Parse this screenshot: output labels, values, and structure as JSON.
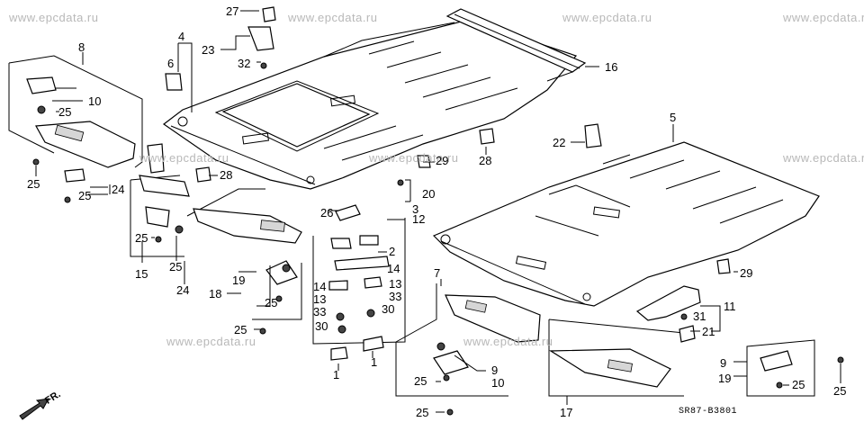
{
  "watermark": "www.epcdata.ru",
  "diagram_code": "SR87-B3801",
  "front_marker": "FR.",
  "callouts": {
    "n27": "27",
    "n4": "4",
    "n8": "8",
    "n23": "23",
    "n6": "6",
    "n32": "32",
    "n10": "10",
    "n25a": "25",
    "n16": "16",
    "n5": "5",
    "n22": "22",
    "n29a": "29",
    "n28a": "28",
    "n28b": "28",
    "n25b": "25",
    "n24a": "24",
    "n25c": "25",
    "n20": "20",
    "n3": "3",
    "n26": "26",
    "n12": "12",
    "n25d": "25",
    "n2": "2",
    "n14a": "14",
    "n25e": "25",
    "n15": "15",
    "n24b": "24",
    "n19a": "19",
    "n14b": "14",
    "n13a": "13",
    "n13b": "13",
    "n33a": "33",
    "n18": "18",
    "n25f": "25",
    "n33b": "33",
    "n30a": "30",
    "n30b": "30",
    "n25g": "25",
    "n7": "7",
    "n29b": "29",
    "n11": "11",
    "n31": "31",
    "n21": "21",
    "n1a": "1",
    "n1b": "1",
    "n9a": "9",
    "n10b": "10",
    "n25h": "25",
    "n9b": "9",
    "n19b": "19",
    "n25i": "25",
    "n25j": "25",
    "n25k": "25",
    "n17": "17"
  }
}
